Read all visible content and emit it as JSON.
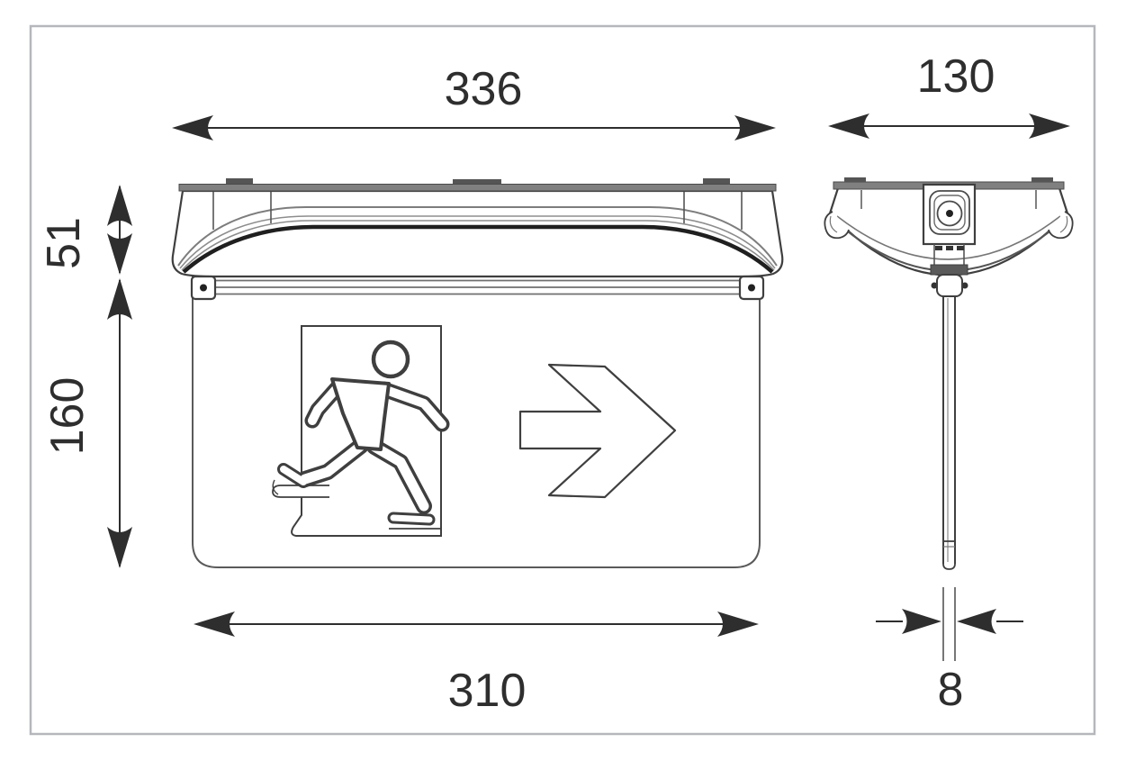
{
  "drawing": {
    "labels": {
      "front_overall_width": "336",
      "side_depth": "130",
      "housing_height": "51",
      "panel_height": "160",
      "panel_width": "310",
      "panel_thickness": "8"
    },
    "icons": {
      "pictogram": "running-man-through-door-icon",
      "direction": "right-arrow-icon",
      "cable_entry": "cable-entry-knockout-icon"
    },
    "colors": {
      "outline": "#3f3f3f",
      "soft_line": "#7d7d7d",
      "dark_band": "#1f1f1f",
      "dimension": "#2e2e2e",
      "border": "#b4b7bb",
      "background": "#ffffff"
    }
  }
}
